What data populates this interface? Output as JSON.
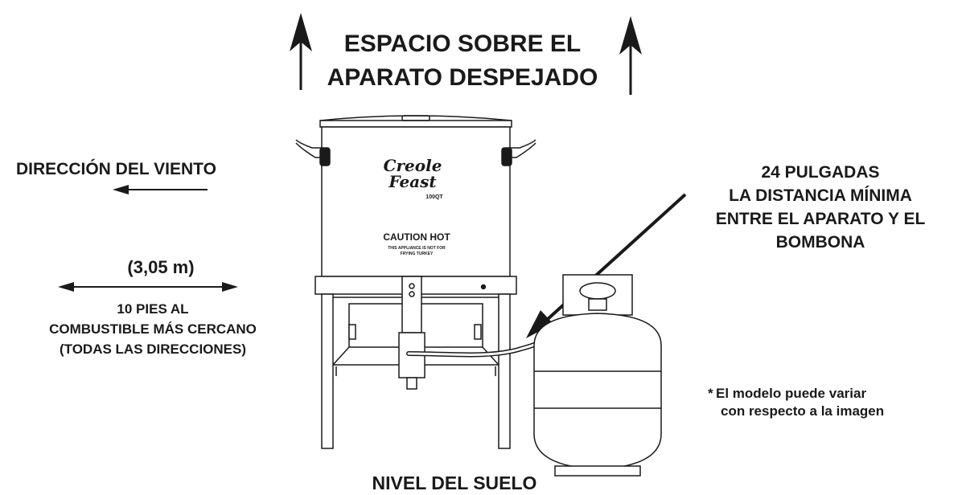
{
  "heading": {
    "line1": "ESPACIO SOBRE EL",
    "line2": "APARATO DESPEJADO"
  },
  "wind_direction": "DIRECCIÓN DEL VIENTO",
  "distance_metric": "(3,05 m)",
  "fuel_distance": {
    "line1": "10 PIES AL",
    "line2": "COMBUSTIBLE MÁS CERCANO",
    "line3": "(TODAS LAS DIRECCIONES)"
  },
  "min_distance": {
    "line1": "24 PULGADAS",
    "line2": "LA DISTANCIA MÍNIMA",
    "line3": "ENTRE EL APARATO Y EL",
    "line4": "BOMBONA"
  },
  "model_note": {
    "star": "*",
    "line1": "El modelo puede variar",
    "line2": "con respecto a la imagen"
  },
  "ground_level": "NIVEL DEL SUELO",
  "pot_labels": {
    "brand_line1": "Creole",
    "brand_line2": "Feast",
    "capacity": "100QT",
    "caution": "CAUTION HOT",
    "warning_line1": "THIS APPLIANCE IS NOT FOR",
    "warning_line2": "FRYING TURKEY"
  },
  "icons": [
    "arrow-up-icon",
    "arrow-left-icon",
    "double-arrow-icon",
    "diagonal-arrow-icon"
  ],
  "colors": {
    "ink": "#1a1a1a",
    "background": "#ffffff"
  }
}
